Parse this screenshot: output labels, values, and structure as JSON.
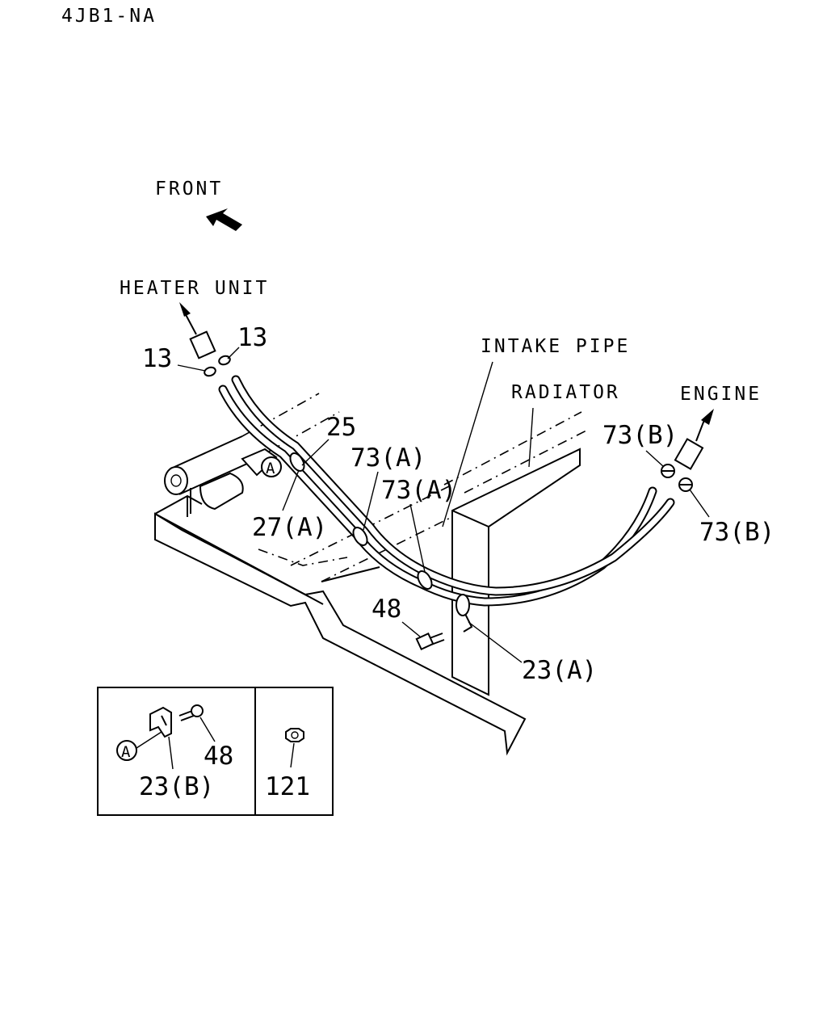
{
  "engine_code": "4JB1-NA",
  "front_label": "FRONT",
  "destinations": {
    "heater_unit": "HEATER UNIT",
    "engine": "ENGINE"
  },
  "components": {
    "intake_pipe": "INTAKE PIPE",
    "radiator": "RADIATOR"
  },
  "part_callouts": {
    "clamp_13_left": "13",
    "clamp_13_right": "13",
    "hose_25": "25",
    "clip_27a": "27(A)",
    "clip_73a_1": "73(A)",
    "clip_73a_2": "73(A)",
    "clip_73b_top": "73(B)",
    "clip_73b_bottom": "73(B)",
    "bolt_48": "48",
    "bracket_23a": "23(A)"
  },
  "view_marker": "A",
  "detail_box": {
    "left": {
      "marker": "A",
      "bracket": "23(B)",
      "bolt": "48"
    },
    "right": {
      "nut": "121"
    }
  }
}
